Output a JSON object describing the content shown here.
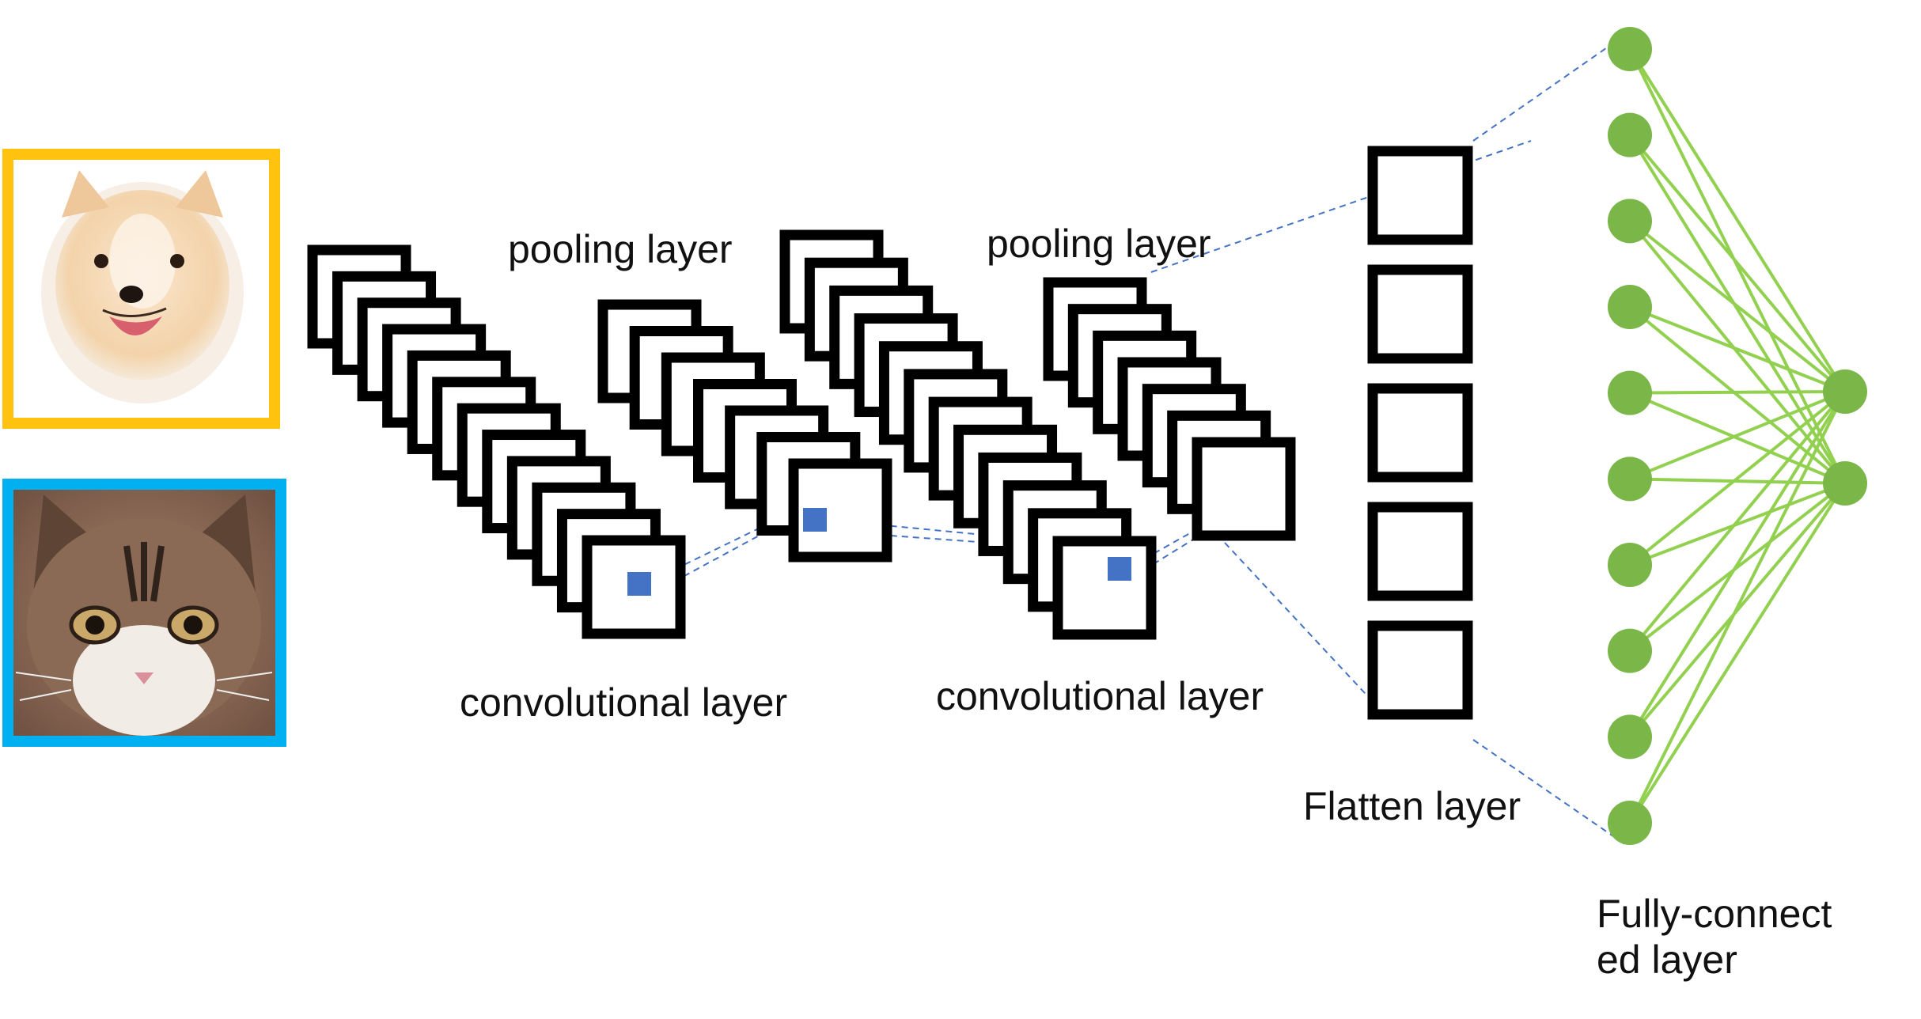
{
  "labels": {
    "conv1": "convolutional layer",
    "pool1": "pooling layer",
    "conv2": "convolutional layer",
    "pool2": "pooling layer",
    "flatten": "Flatten layer",
    "fc_line1": "Fully-connect",
    "fc_line2": "ed layer"
  },
  "inputs": [
    {
      "name": "dog",
      "frame_color": "#FFC20E"
    },
    {
      "name": "cat",
      "frame_color": "#00B0F0"
    }
  ],
  "colors": {
    "stack_stroke": "#000000",
    "kernel": "#4472C4",
    "dashed": "#4472C4",
    "node": "#7AB648",
    "edge": "#92D050"
  },
  "network": {
    "conv1_maps": 12,
    "pool1_maps": 7,
    "conv2_maps": 12,
    "pool2_maps": 7,
    "flatten_units": 5,
    "fc_hidden_nodes": 10,
    "fc_output_nodes": 2
  }
}
